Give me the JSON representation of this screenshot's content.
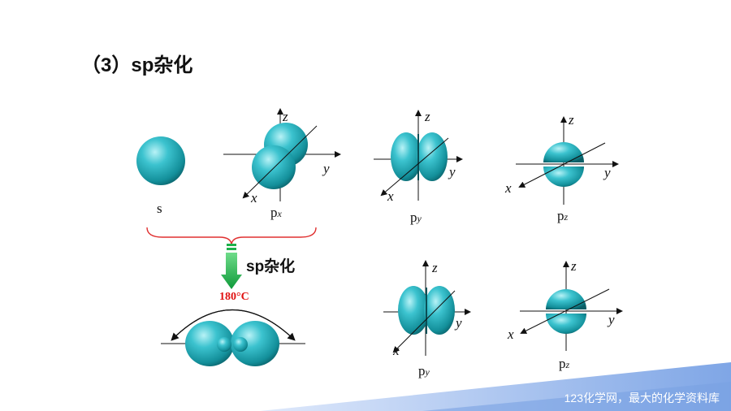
{
  "title": "（3）sp杂化",
  "orbitals": {
    "s": {
      "label": "s"
    },
    "px": {
      "label": "p",
      "sub": "x"
    },
    "py_top": {
      "label": "p",
      "sub": "y"
    },
    "pz_top": {
      "label": "p",
      "sub": "z"
    },
    "py_bottom": {
      "label": "p",
      "sub": "y"
    },
    "pz_bottom": {
      "label": "p",
      "sub": "z"
    }
  },
  "axes": {
    "x": "x",
    "y": "y",
    "z": "z"
  },
  "hybridization": {
    "label": "sp杂化",
    "angle": "180°C"
  },
  "colors": {
    "orbital": "#1aa7b3",
    "arrow": "#1db04a",
    "brace": "#e03030",
    "angle_text": "#e01010",
    "band": "#8fb0e8"
  },
  "watermark": "123化学网，最大的化学资料库"
}
